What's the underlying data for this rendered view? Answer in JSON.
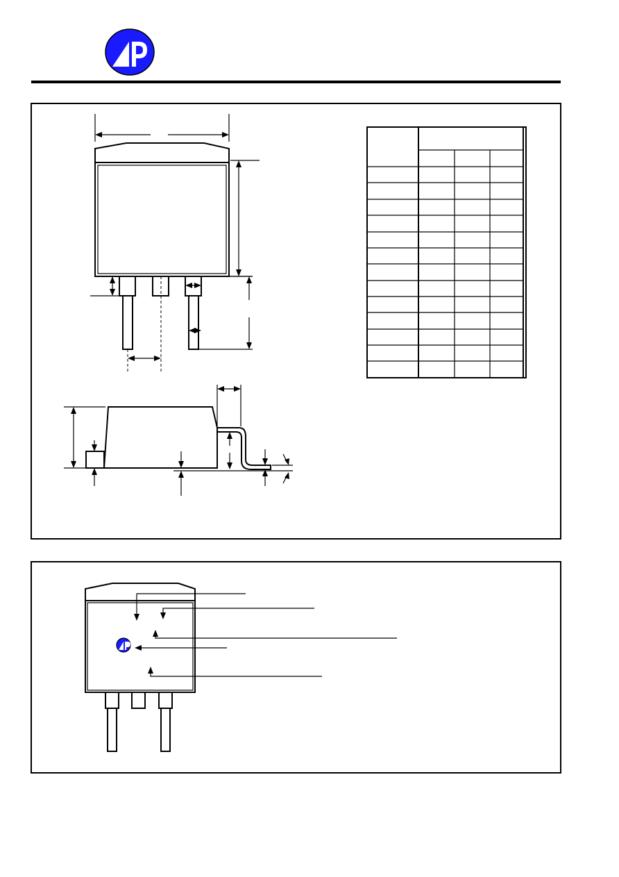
{
  "header": {
    "logo": {
      "name": "ap-logo",
      "brand_color": "#1a1aff"
    }
  },
  "outline_drawing": {
    "dimension_table": {
      "rows": 13,
      "columns": 4
    }
  },
  "marking_drawing": {
    "callout_count": 5,
    "logo": {
      "name": "ap-logo-small",
      "brand_color": "#1a1aff"
    }
  }
}
